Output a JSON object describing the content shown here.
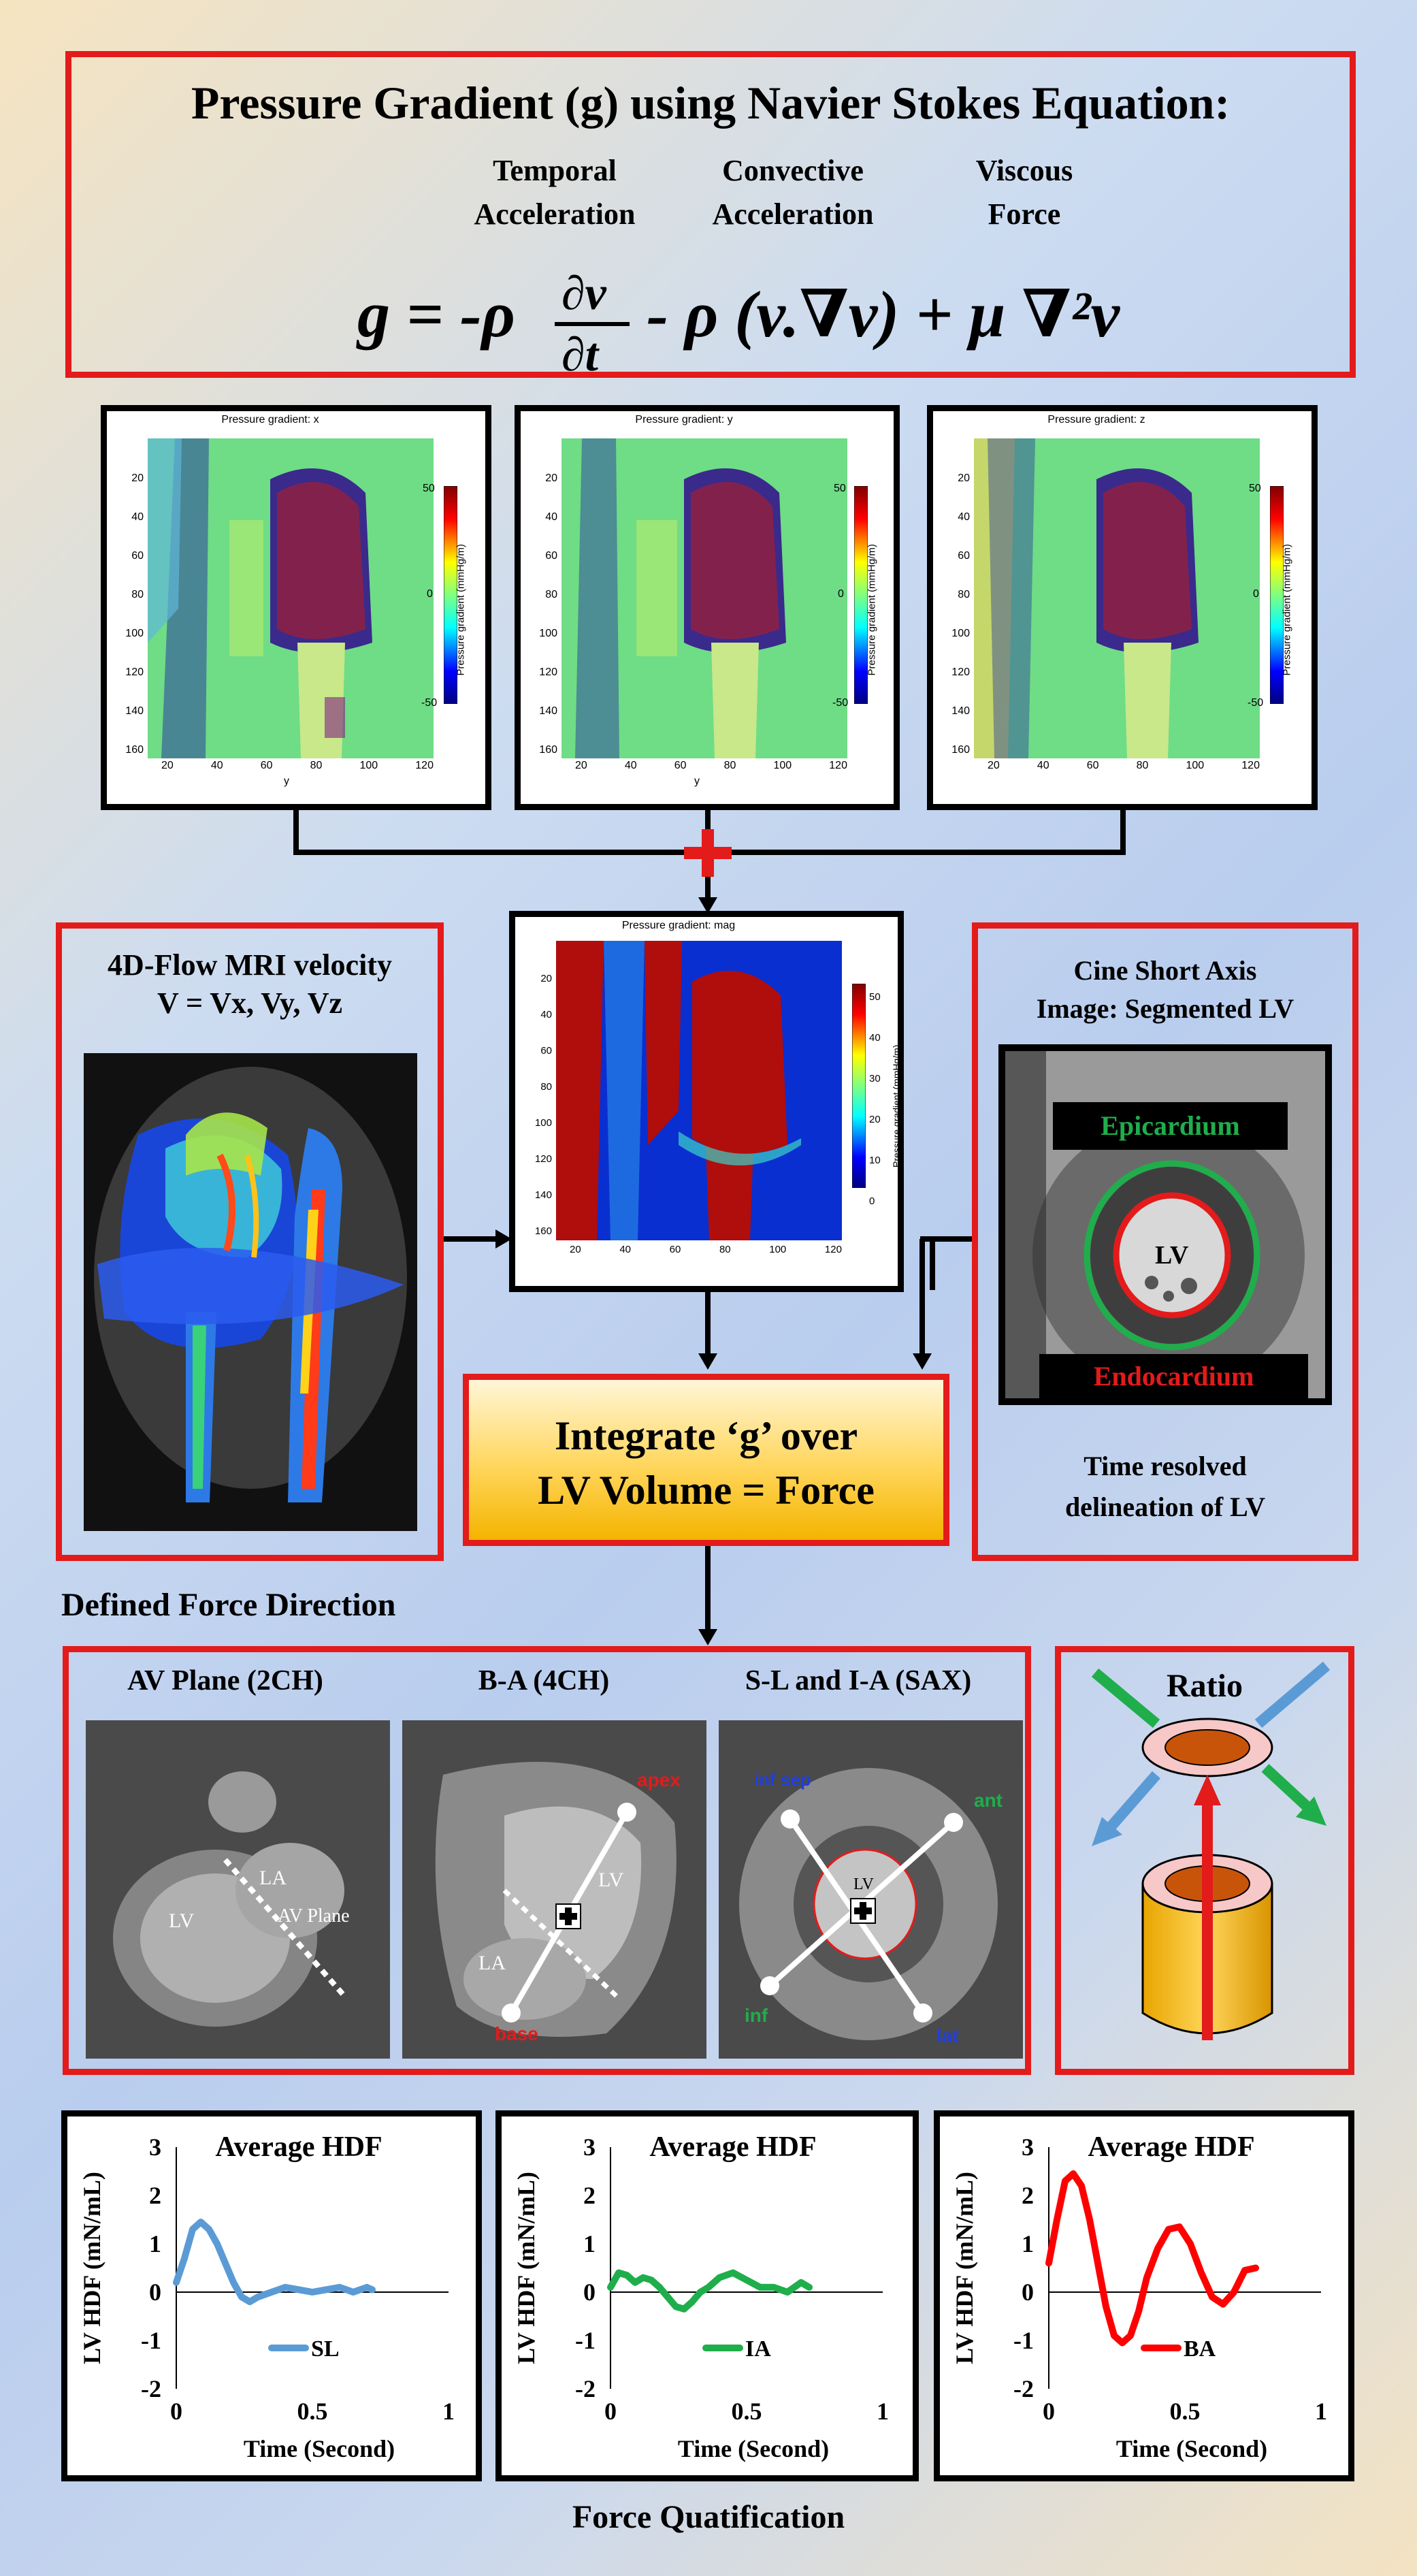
{
  "header": {
    "title": "Pressure Gradient (g) using Navier Stokes Equation:",
    "terms": [
      {
        "line1": "Temporal",
        "line2": "Acceleration"
      },
      {
        "line1": "Convective",
        "line2": "Acceleration"
      },
      {
        "line1": "Viscous",
        "line2": "Force"
      }
    ],
    "equation": "g = -ρ ∂v/∂t - ρ (v.∇v) + μ ∇²v"
  },
  "gradient_maps": [
    {
      "title": "Pressure gradient: x",
      "xlabel": "y",
      "cbar_label": "Pressure gradient (mmHg/m)",
      "cbar_ticks": [
        "50",
        "0",
        "-50"
      ],
      "yticks": [
        "20",
        "40",
        "60",
        "80",
        "100",
        "120",
        "140",
        "160"
      ],
      "xticks": [
        "20",
        "40",
        "60",
        "80",
        "100",
        "120"
      ]
    },
    {
      "title": "Pressure gradient: y",
      "xlabel": "y",
      "cbar_label": "Pressure gradient (mmHg/m)",
      "cbar_ticks": [
        "50",
        "0",
        "-50"
      ],
      "yticks": [
        "20",
        "40",
        "60",
        "80",
        "100",
        "120",
        "140",
        "160"
      ],
      "xticks": [
        "20",
        "40",
        "60",
        "80",
        "100",
        "120"
      ]
    },
    {
      "title": "Pressure gradient: z",
      "xlabel": "",
      "cbar_label": "Pressure gradient (mmHg/m)",
      "cbar_ticks": [
        "50",
        "0",
        "-50"
      ],
      "yticks": [
        "20",
        "40",
        "60",
        "80",
        "100",
        "120",
        "140",
        "160"
      ],
      "xticks": [
        "20",
        "40",
        "60",
        "80",
        "100",
        "120"
      ]
    }
  ],
  "magnitude_map": {
    "title": "Pressure gradient: mag",
    "cbar_label": "Pressure gradient (mmHg/m)",
    "cbar_ticks": [
      "50",
      "40",
      "30",
      "20",
      "10",
      "0"
    ],
    "yticks": [
      "20",
      "40",
      "60",
      "80",
      "100",
      "120",
      "140",
      "160"
    ],
    "xticks": [
      "20",
      "40",
      "60",
      "80",
      "100",
      "120"
    ]
  },
  "flow_panel": {
    "line1": "4D-Flow MRI velocity",
    "line2": "V = Vx, Vy, Vz"
  },
  "cine_panel": {
    "line1": "Cine Short Axis",
    "line2": "Image: Segmented LV",
    "epi_label": "Epicardium",
    "endo_label": "Endocardium",
    "lv_label": "LV",
    "caption1": "Time resolved",
    "caption2": "delineation of LV"
  },
  "integrate_box": {
    "line1": "Integrate ‘g’ over",
    "line2": "LV Volume = Force"
  },
  "direction_heading": "Defined Force Direction",
  "direction_panels": [
    {
      "title": "AV Plane (2CH)",
      "labels": [
        "LA",
        "LV",
        "AV Plane"
      ]
    },
    {
      "title": "B-A (4CH)",
      "labels": [
        "apex",
        "LV",
        "LA",
        "base"
      ]
    },
    {
      "title": "S-L and I-A (SAX)",
      "labels": [
        "inf sep",
        "ant",
        "LV",
        "inf",
        "lat"
      ]
    }
  ],
  "ratio_label": "Ratio",
  "colors": {
    "red": "#e31b1b",
    "sl": "#5b9bd5",
    "ia": "#1fae4b",
    "ba": "#ff0000",
    "gold": "#f4b400"
  },
  "chart_data": [
    {
      "type": "line",
      "title": "Average HDF",
      "xlabel": "Time (Second)",
      "ylabel": "LV HDF (mN/mL)",
      "ylim": [
        -2,
        3
      ],
      "xlim": [
        0,
        1
      ],
      "yticks": [
        "3",
        "2",
        "1",
        "0",
        "-1",
        "-2"
      ],
      "xticks": [
        "0",
        "0.5",
        "1"
      ],
      "series": [
        {
          "name": "SL",
          "color": "#5b9bd5",
          "x": [
            0.0,
            0.03,
            0.06,
            0.09,
            0.12,
            0.15,
            0.18,
            0.21,
            0.24,
            0.27,
            0.3,
            0.35,
            0.4,
            0.45,
            0.5,
            0.55,
            0.6,
            0.65,
            0.7,
            0.72
          ],
          "y": [
            0.2,
            0.7,
            1.3,
            1.45,
            1.3,
            1.0,
            0.6,
            0.2,
            -0.1,
            -0.2,
            -0.1,
            0.0,
            0.1,
            0.05,
            0.0,
            0.05,
            0.1,
            0.0,
            0.1,
            0.05
          ]
        }
      ]
    },
    {
      "type": "line",
      "title": "Average HDF",
      "xlabel": "Time (Second)",
      "ylabel": "LV HDF (mN/mL)",
      "ylim": [
        -2,
        3
      ],
      "xlim": [
        0,
        1
      ],
      "yticks": [
        "3",
        "2",
        "1",
        "0",
        "-1",
        "-2"
      ],
      "xticks": [
        "0",
        "0.5",
        "1"
      ],
      "series": [
        {
          "name": "IA",
          "color": "#1fae4b",
          "x": [
            0.0,
            0.03,
            0.06,
            0.09,
            0.12,
            0.15,
            0.18,
            0.21,
            0.24,
            0.27,
            0.3,
            0.33,
            0.36,
            0.4,
            0.45,
            0.5,
            0.55,
            0.6,
            0.65,
            0.7,
            0.73
          ],
          "y": [
            0.1,
            0.4,
            0.35,
            0.2,
            0.3,
            0.25,
            0.1,
            -0.1,
            -0.3,
            -0.35,
            -0.2,
            0.0,
            0.1,
            0.3,
            0.4,
            0.25,
            0.1,
            0.1,
            0.0,
            0.2,
            0.1
          ]
        }
      ]
    },
    {
      "type": "line",
      "title": "Average HDF",
      "xlabel": "Time (Second)",
      "ylabel": "LV HDF (mN/mL)",
      "ylim": [
        -2,
        3
      ],
      "xlim": [
        0,
        1
      ],
      "yticks": [
        "3",
        "2",
        "1",
        "0",
        "-1",
        "-2"
      ],
      "xticks": [
        "0",
        "0.5",
        "1"
      ],
      "series": [
        {
          "name": "BA",
          "color": "#ff0000",
          "x": [
            0.0,
            0.03,
            0.06,
            0.09,
            0.12,
            0.15,
            0.18,
            0.21,
            0.24,
            0.27,
            0.3,
            0.33,
            0.36,
            0.4,
            0.44,
            0.48,
            0.52,
            0.56,
            0.6,
            0.64,
            0.68,
            0.72,
            0.76
          ],
          "y": [
            0.6,
            1.5,
            2.3,
            2.45,
            2.2,
            1.5,
            0.6,
            -0.3,
            -0.9,
            -1.05,
            -0.9,
            -0.4,
            0.3,
            0.9,
            1.3,
            1.35,
            1.0,
            0.4,
            -0.1,
            -0.25,
            0.0,
            0.45,
            0.5
          ]
        }
      ]
    }
  ],
  "footer": "Force Quatification"
}
